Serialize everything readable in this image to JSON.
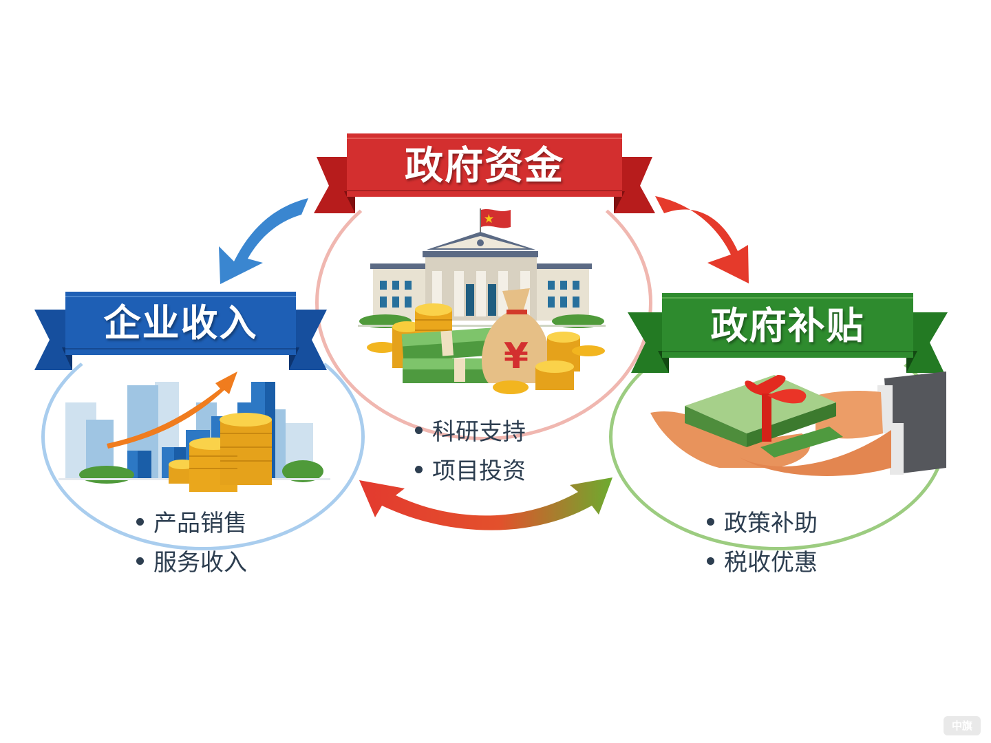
{
  "diagram": {
    "type": "cycle",
    "nodes": [
      {
        "id": "gov_funds",
        "title": "政府资金",
        "color": "#d32f2f",
        "ring_color": "#e88a84",
        "illustration": "government-building-with-money",
        "bullets": [
          "科研支持",
          "项目投资"
        ]
      },
      {
        "id": "enterprise_income",
        "title": "企业收入",
        "color": "#1a5bb0",
        "ring_color": "#8fbde6",
        "illustration": "city-skyline-growth-coins",
        "bullets": [
          "产品销售",
          "服务收入"
        ]
      },
      {
        "id": "gov_subsidy",
        "title": "政府补贴",
        "color": "#2e8b2e",
        "ring_color": "#8cc46e",
        "illustration": "hands-giving-money-gift",
        "bullets": [
          "政策补助",
          "税收优惠"
        ]
      }
    ],
    "arrows": [
      {
        "from": "政府资金",
        "to": "企业收入",
        "color": "#3a86d0",
        "icon": "curved-arrow-down-left"
      },
      {
        "from": "政府资金",
        "to": "政府补贴",
        "color": "#e53a2b",
        "icon": "curved-arrow-down-right"
      },
      {
        "from": "企业收入",
        "to": "政府补贴",
        "color_start": "#e53a2b",
        "color_end": "#6aaa2e",
        "icon": "double-headed-curved-arrow"
      }
    ]
  },
  "watermark": "中旗"
}
